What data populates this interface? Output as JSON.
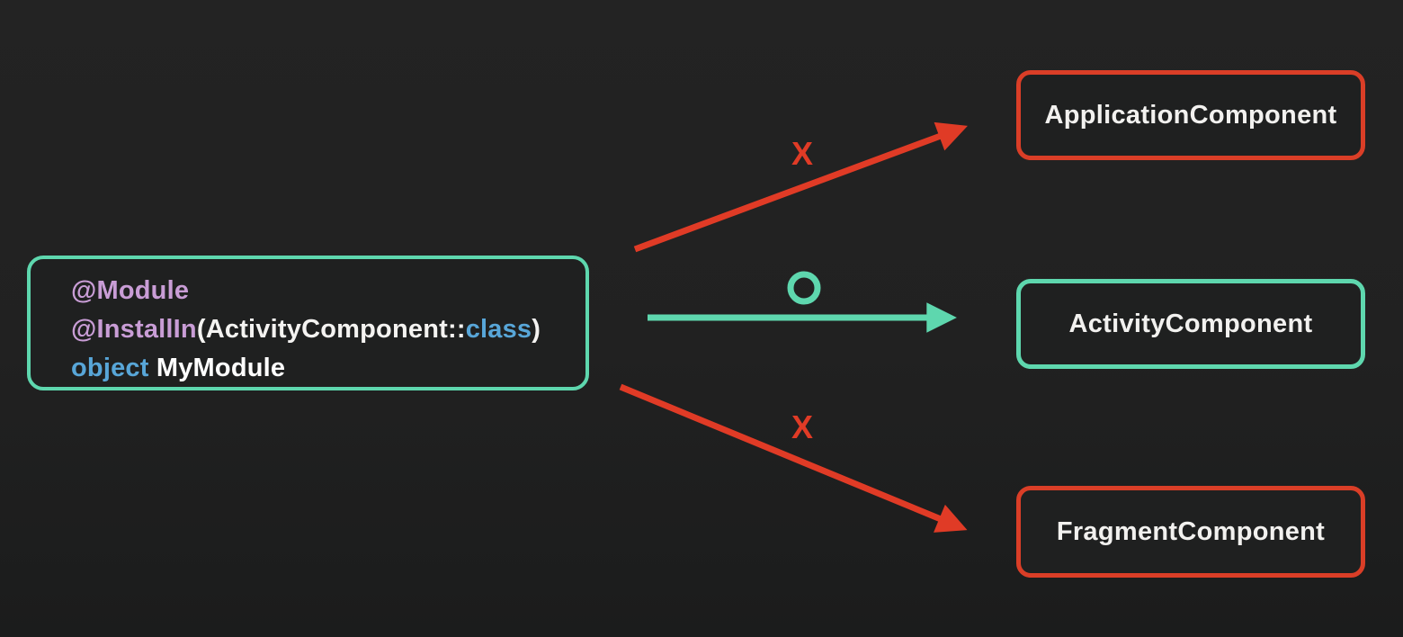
{
  "module_box": {
    "annotation_module": "@Module",
    "annotation_installin": "@InstallIn",
    "paren_open": "(",
    "type_name": "ActivityComponent",
    "colon_colon": "::",
    "class_keyword": "class",
    "paren_close": ")",
    "object_keyword": "object",
    "object_name": "MyModule"
  },
  "targets": [
    {
      "label": "ApplicationComponent",
      "mark": "X",
      "status": "rejected"
    },
    {
      "label": "ActivityComponent",
      "mark": "O",
      "status": "allowed"
    },
    {
      "label": "FragmentComponent",
      "mark": "X",
      "status": "rejected"
    }
  ],
  "colors": {
    "background": "#212121",
    "teal_accent": "#5ed7ae",
    "red_accent": "#e03b26",
    "purple_annotation": "#c99dd6",
    "blue_keyword": "#58a6d8",
    "code_text": "#ffffff",
    "label_text": "#f2f1ef"
  }
}
